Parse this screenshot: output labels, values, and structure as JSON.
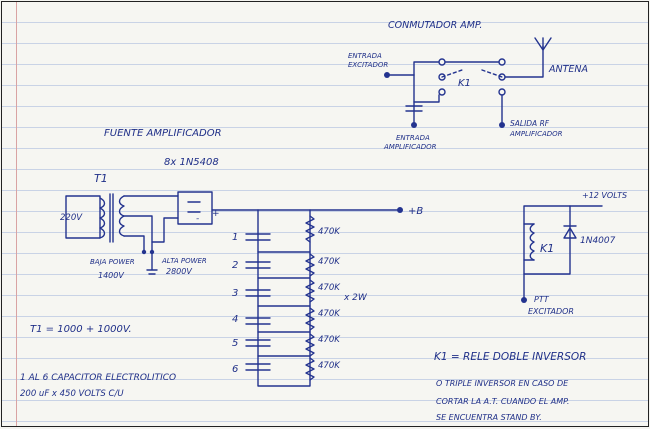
{
  "conmutador": {
    "title": "CONMUTADOR AMP.",
    "entrada_excitador": [
      "ENTRADA",
      "EXCITADOR"
    ],
    "k1": "K1",
    "antena": "ANTENA",
    "entrada_amplificador": [
      "ENTRADA",
      "AMPLIFICADOR"
    ],
    "salida_rf": [
      "SALIDA RF",
      "AMPLIFICADOR"
    ]
  },
  "fuente": {
    "title": "FUENTE AMPLIFICADOR",
    "diodes": "8x 1N5408",
    "t1": "T1",
    "primary": "220V",
    "baja_power": [
      "BAJA POWER",
      "1400V"
    ],
    "alta_power": [
      "ALTA POWER",
      "2800V"
    ],
    "bridge_minus": "-",
    "bridge_plus": "+",
    "output": "+B",
    "caps": [
      "1",
      "2",
      "3",
      "4",
      "5",
      "6"
    ],
    "resistors": [
      "470K",
      "470K",
      "470K",
      "470K",
      "470K",
      "470K"
    ],
    "resistor_note": "x 2W",
    "t1_note": "T1 = 1000 + 1000V.",
    "cap_note": [
      "1 AL 6 CAPACITOR ELECTROLITICO",
      "200 uF x 450 VOLTS C/U"
    ]
  },
  "relay": {
    "supply": "+12 VOLTS",
    "k1": "K1",
    "diode": "1N4007",
    "ptt": [
      "PTT",
      "EXCITADOR"
    ]
  },
  "notes": {
    "k1_line": "K1 = RELE DOBLE INVERSOR",
    "line2": "O TRIPLE INVERSOR EN CASO DE",
    "line3": "CORTAR LA A.T. CUANDO EL AMP.",
    "line4": "SE ENCUENTRA STAND BY."
  }
}
